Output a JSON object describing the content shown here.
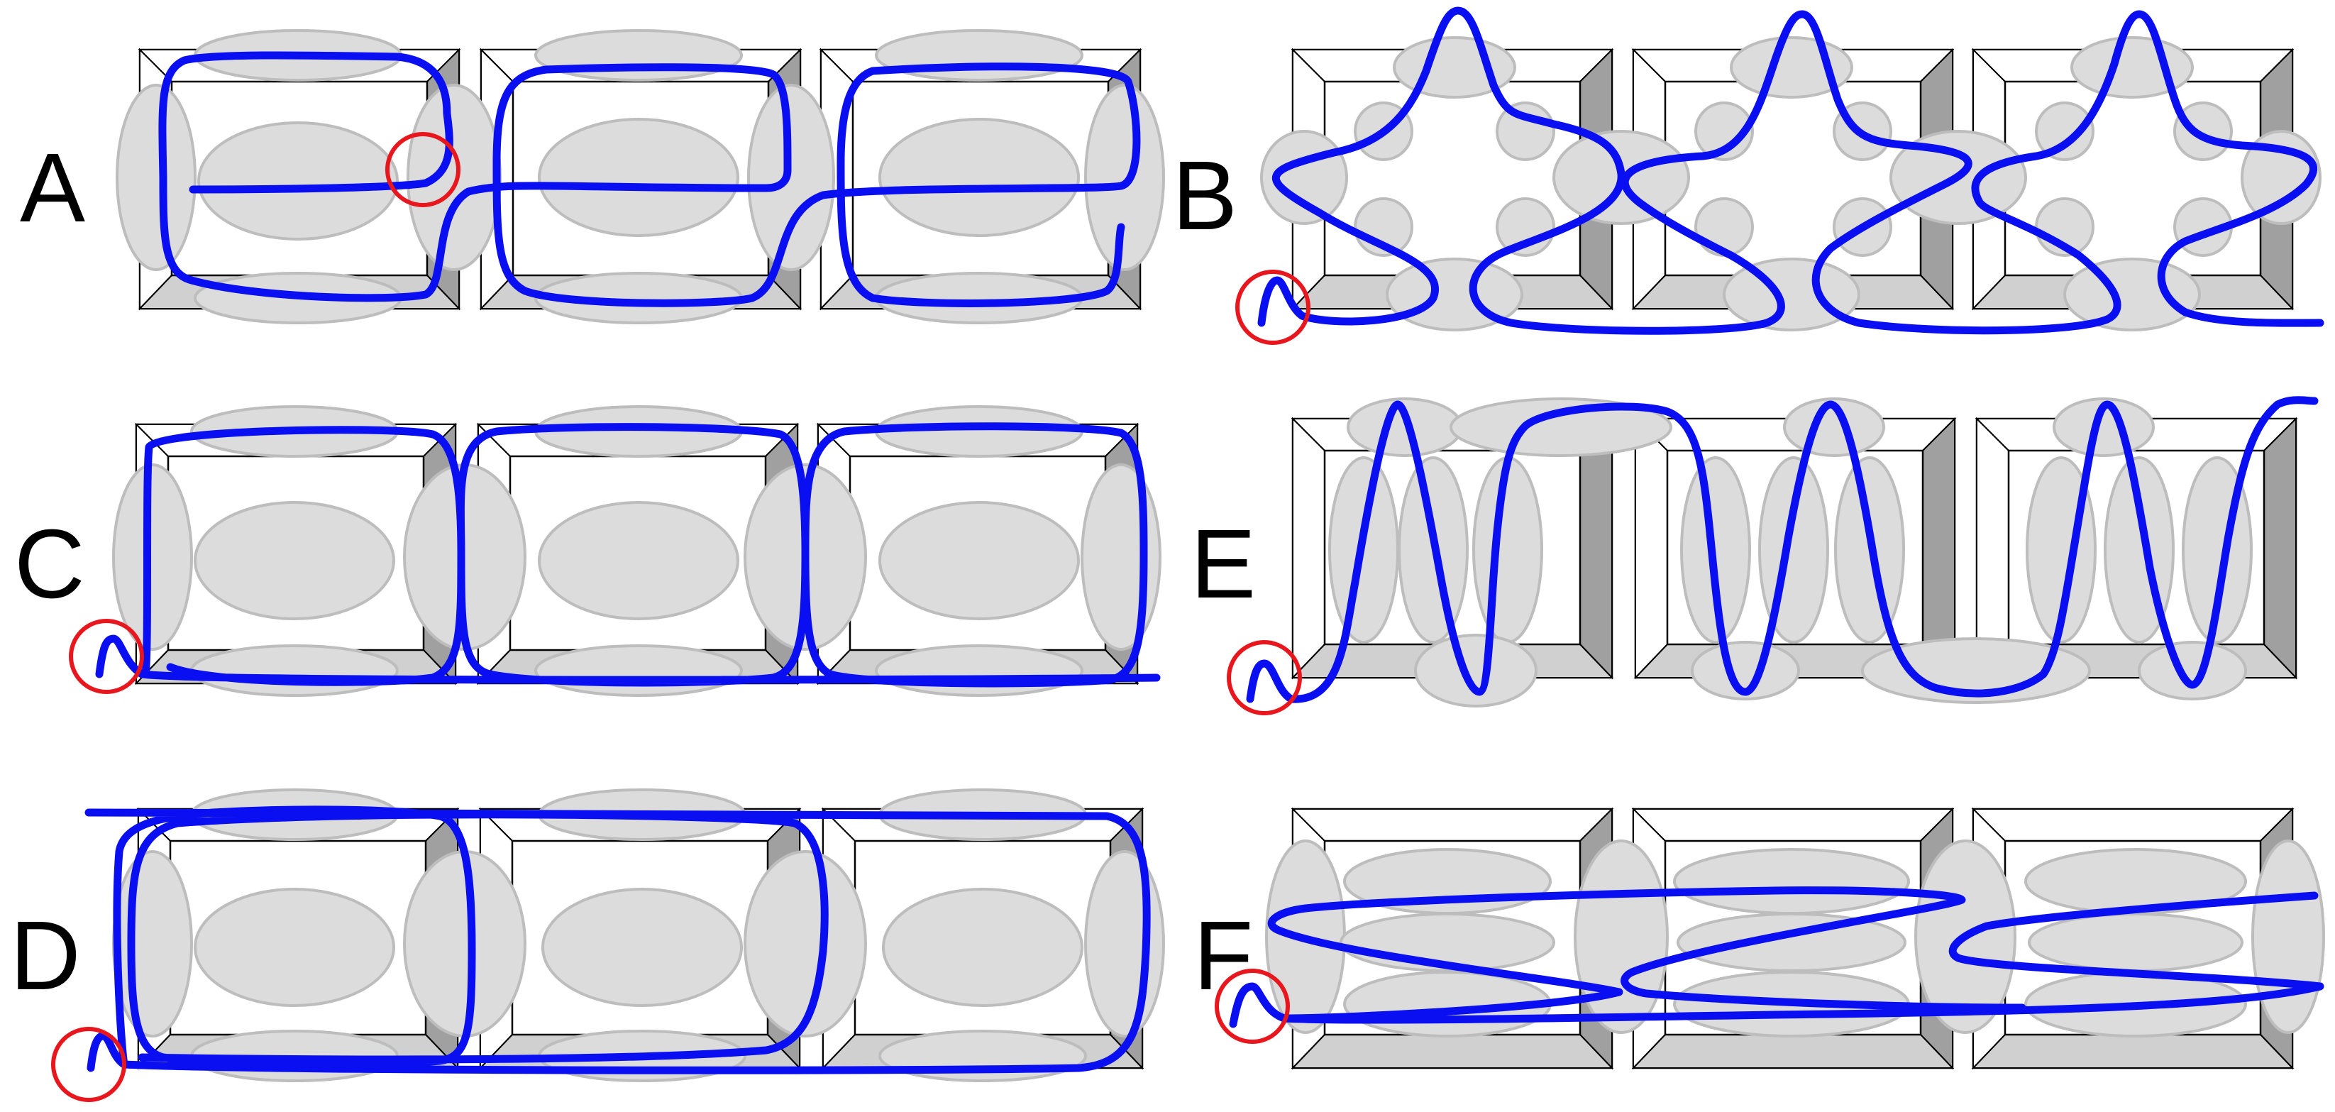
{
  "panels": [
    {
      "id": "A",
      "label": "A"
    },
    {
      "id": "B",
      "label": "B"
    },
    {
      "id": "C",
      "label": "C"
    },
    {
      "id": "D",
      "label": "D"
    },
    {
      "id": "E",
      "label": "E"
    },
    {
      "id": "F",
      "label": "F"
    }
  ],
  "colors": {
    "trace": "#0a0ff2",
    "start_marker": "#e8161d",
    "blob_fill": "#dcdcdc",
    "bevel_dark": "#a0a0a0",
    "bevel_light": "#d0d0d0"
  }
}
